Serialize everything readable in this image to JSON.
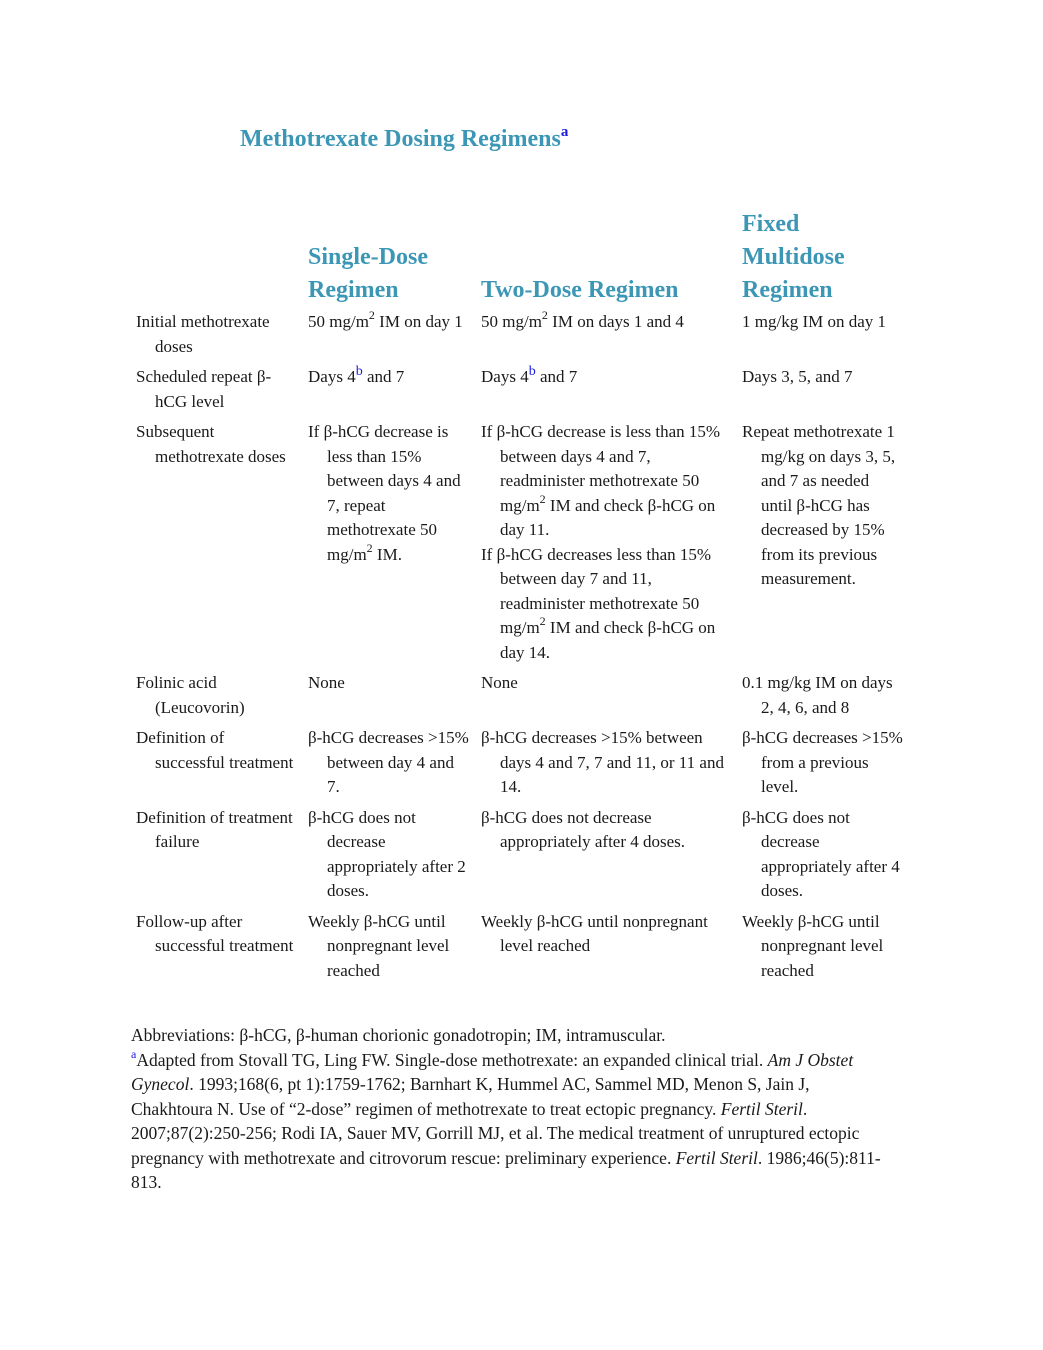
{
  "title": {
    "text": "Methotrexate Dosing Regimens",
    "marker": "a"
  },
  "columns": {
    "single": "Single-Dose Regimen",
    "two": "Two-Dose Regimen",
    "fixed": "Fixed Multidose Regimen"
  },
  "rows": [
    {
      "label": "Initial methotrexate doses",
      "single": {
        "pre": "50 mg/m",
        "sup": "2",
        "post": " IM on day 1"
      },
      "two": {
        "pre": "50 mg/m",
        "sup": "2",
        "post": " IM on days 1 and 4"
      },
      "fixed": "1 mg/kg IM on day 1"
    },
    {
      "label": "Scheduled repeat β-hCG level",
      "single": {
        "pre": "Days 4",
        "sup": "b",
        "post": " and 7"
      },
      "two": {
        "pre": "Days 4",
        "sup": "b",
        "post": " and 7"
      },
      "fixed": "Days 3, 5, and 7"
    },
    {
      "label": "Subsequent methotrexate doses",
      "single": {
        "pre": "If β-hCG decrease is less than 15% between days 4 and 7, repeat methotrexate 50 mg/m",
        "sup": "2",
        "post": " IM."
      },
      "two": [
        {
          "pre": "If β-hCG decrease is less than 15% between days 4 and 7, readminister methotrexate 50 mg/m",
          "sup": "2",
          "post": " IM and check β-hCG on day 11."
        },
        {
          "pre": "If β-hCG decreases less than 15% between day 7 and 11, readminister methotrexate 50 mg/m",
          "sup": "2",
          "post": " IM and check β-hCG on day 14."
        }
      ],
      "fixed": "Repeat methotrexate 1 mg/kg on days 3, 5, and 7 as needed until β-hCG has decreased by 15% from its previous measurement."
    },
    {
      "label": "Folinic acid (Leucovorin)",
      "single": "None",
      "two": "None",
      "fixed": "0.1 mg/kg IM on days 2, 4, 6, and 8"
    },
    {
      "label": "Definition of successful treatment",
      "single": "β-hCG decreases >15% between day 4 and 7.",
      "two": "β-hCG decreases >15% between days 4 and 7, 7 and 11, or 11 and 14.",
      "fixed": "β-hCG decreases >15% from a previous level."
    },
    {
      "label": "Definition of treatment failure",
      "single": "β-hCG does not decrease appropriately after 2 doses.",
      "two": "β-hCG does not decrease appropriately after 4 doses.",
      "fixed": "β-hCG does not decrease appropriately after 4 doses."
    },
    {
      "label": "Follow-up after successful treatment",
      "single": "Weekly β-hCG until nonpregnant level reached",
      "two": "Weekly β-hCG until nonpregnant level reached",
      "fixed": "Weekly β-hCG until nonpregnant level reached"
    }
  ],
  "notes": {
    "abbreviations": "Abbreviations: β-hCG, β-human chorionic gonadotropin; IM, intramuscular.",
    "footnote": {
      "marker": "a",
      "r1": "Adapted from Stovall TG, Ling FW. Single-dose methotrexate: an expanded clinical trial. ",
      "r1_journal": "Am J Obstet Gynecol",
      "r1_cite": ". 1993;168(6, pt 1):1759-1762; ",
      "r2": "Barnhart K, Hummel AC, Sammel MD, Menon S, Jain J, Chakhtoura N. Use of “2-dose” regimen of methotrexate to treat ectopic pregnancy. ",
      "r2_journal": "Fertil Steril",
      "r2_cite": ". 2007;87(2):250-256; ",
      "r3": "Rodi IA, Sauer MV, Gorrill MJ, et al. The medical treatment of unruptured ectopic pregnancy with methotrexate and citrovorum rescue: preliminary experience. ",
      "r3_journal": "Fertil Steril",
      "r3_cite": ". 1986;46(5):811-813."
    }
  }
}
